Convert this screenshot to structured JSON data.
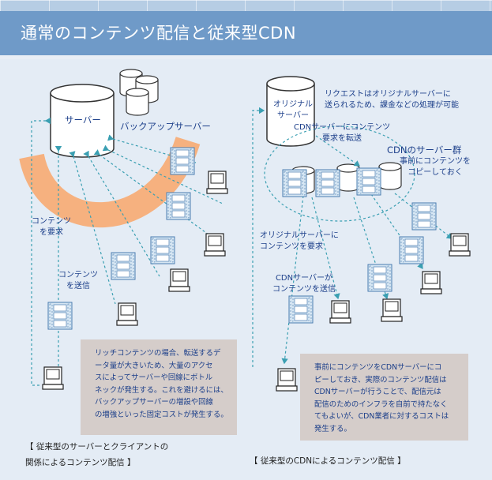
{
  "title": "通常のコンテンツ配信と従来型CDN",
  "left": {
    "server_label": "サーバー",
    "backup_label": "バックアップサーバー",
    "request_label": [
      "コンテンツ",
      "を要求"
    ],
    "send_label": [
      "コンテンツ",
      "を送信"
    ],
    "note_lines": [
      "リッチコンテンツの場合、転送するデ",
      "ータ量が大きいため、大量のアクセ",
      "スによってサーバーや回線にボトル",
      "ネックが発生する。これを避けるには、",
      "バックアップサーバーの増設や回線",
      "の増強といった固定コストが発生する。"
    ],
    "caption_lines": [
      "【 従来型のサーバーとクライアントの",
      "関係によるコンテンツ配信 】"
    ]
  },
  "right": {
    "origin_label": [
      "オリジナル",
      "サーバー"
    ],
    "request_note": [
      "リクエストはオリジナルサーバーに",
      "送られるため、課金などの処理が可能"
    ],
    "forward_label": [
      "CDNサーバーにコンテンツ",
      "要求を転送"
    ],
    "cdn_group_title": "CDNのサーバー群",
    "cdn_group_sub": [
      "事前にコンテンツを",
      "コピーしておく"
    ],
    "request_origin_label": [
      "オリジナルサーバーに",
      "コンテンツを要求"
    ],
    "cdn_send_label": [
      "CDNサーバーが",
      "コンテンツを送信"
    ],
    "note_lines": [
      "事前にコンテンツをCDNサーバーにコ",
      "ピーしておき、実際のコンテンツ配信は",
      "CDNサーバーが行うことで、配信元は",
      "配信のためのインフラを自前で持たなく",
      "てもよいが、CDN業者に対するコストは",
      "発生する。"
    ],
    "caption": "【 従来型のCDNによるコンテンツ配信 】"
  },
  "colors": {
    "title_bar": "#6f9ac8",
    "panel": "#e4ecf5",
    "text_blue": "#1c3f8a",
    "bottleneck": "#f6b17f",
    "note_bg": "#d5cdca"
  }
}
